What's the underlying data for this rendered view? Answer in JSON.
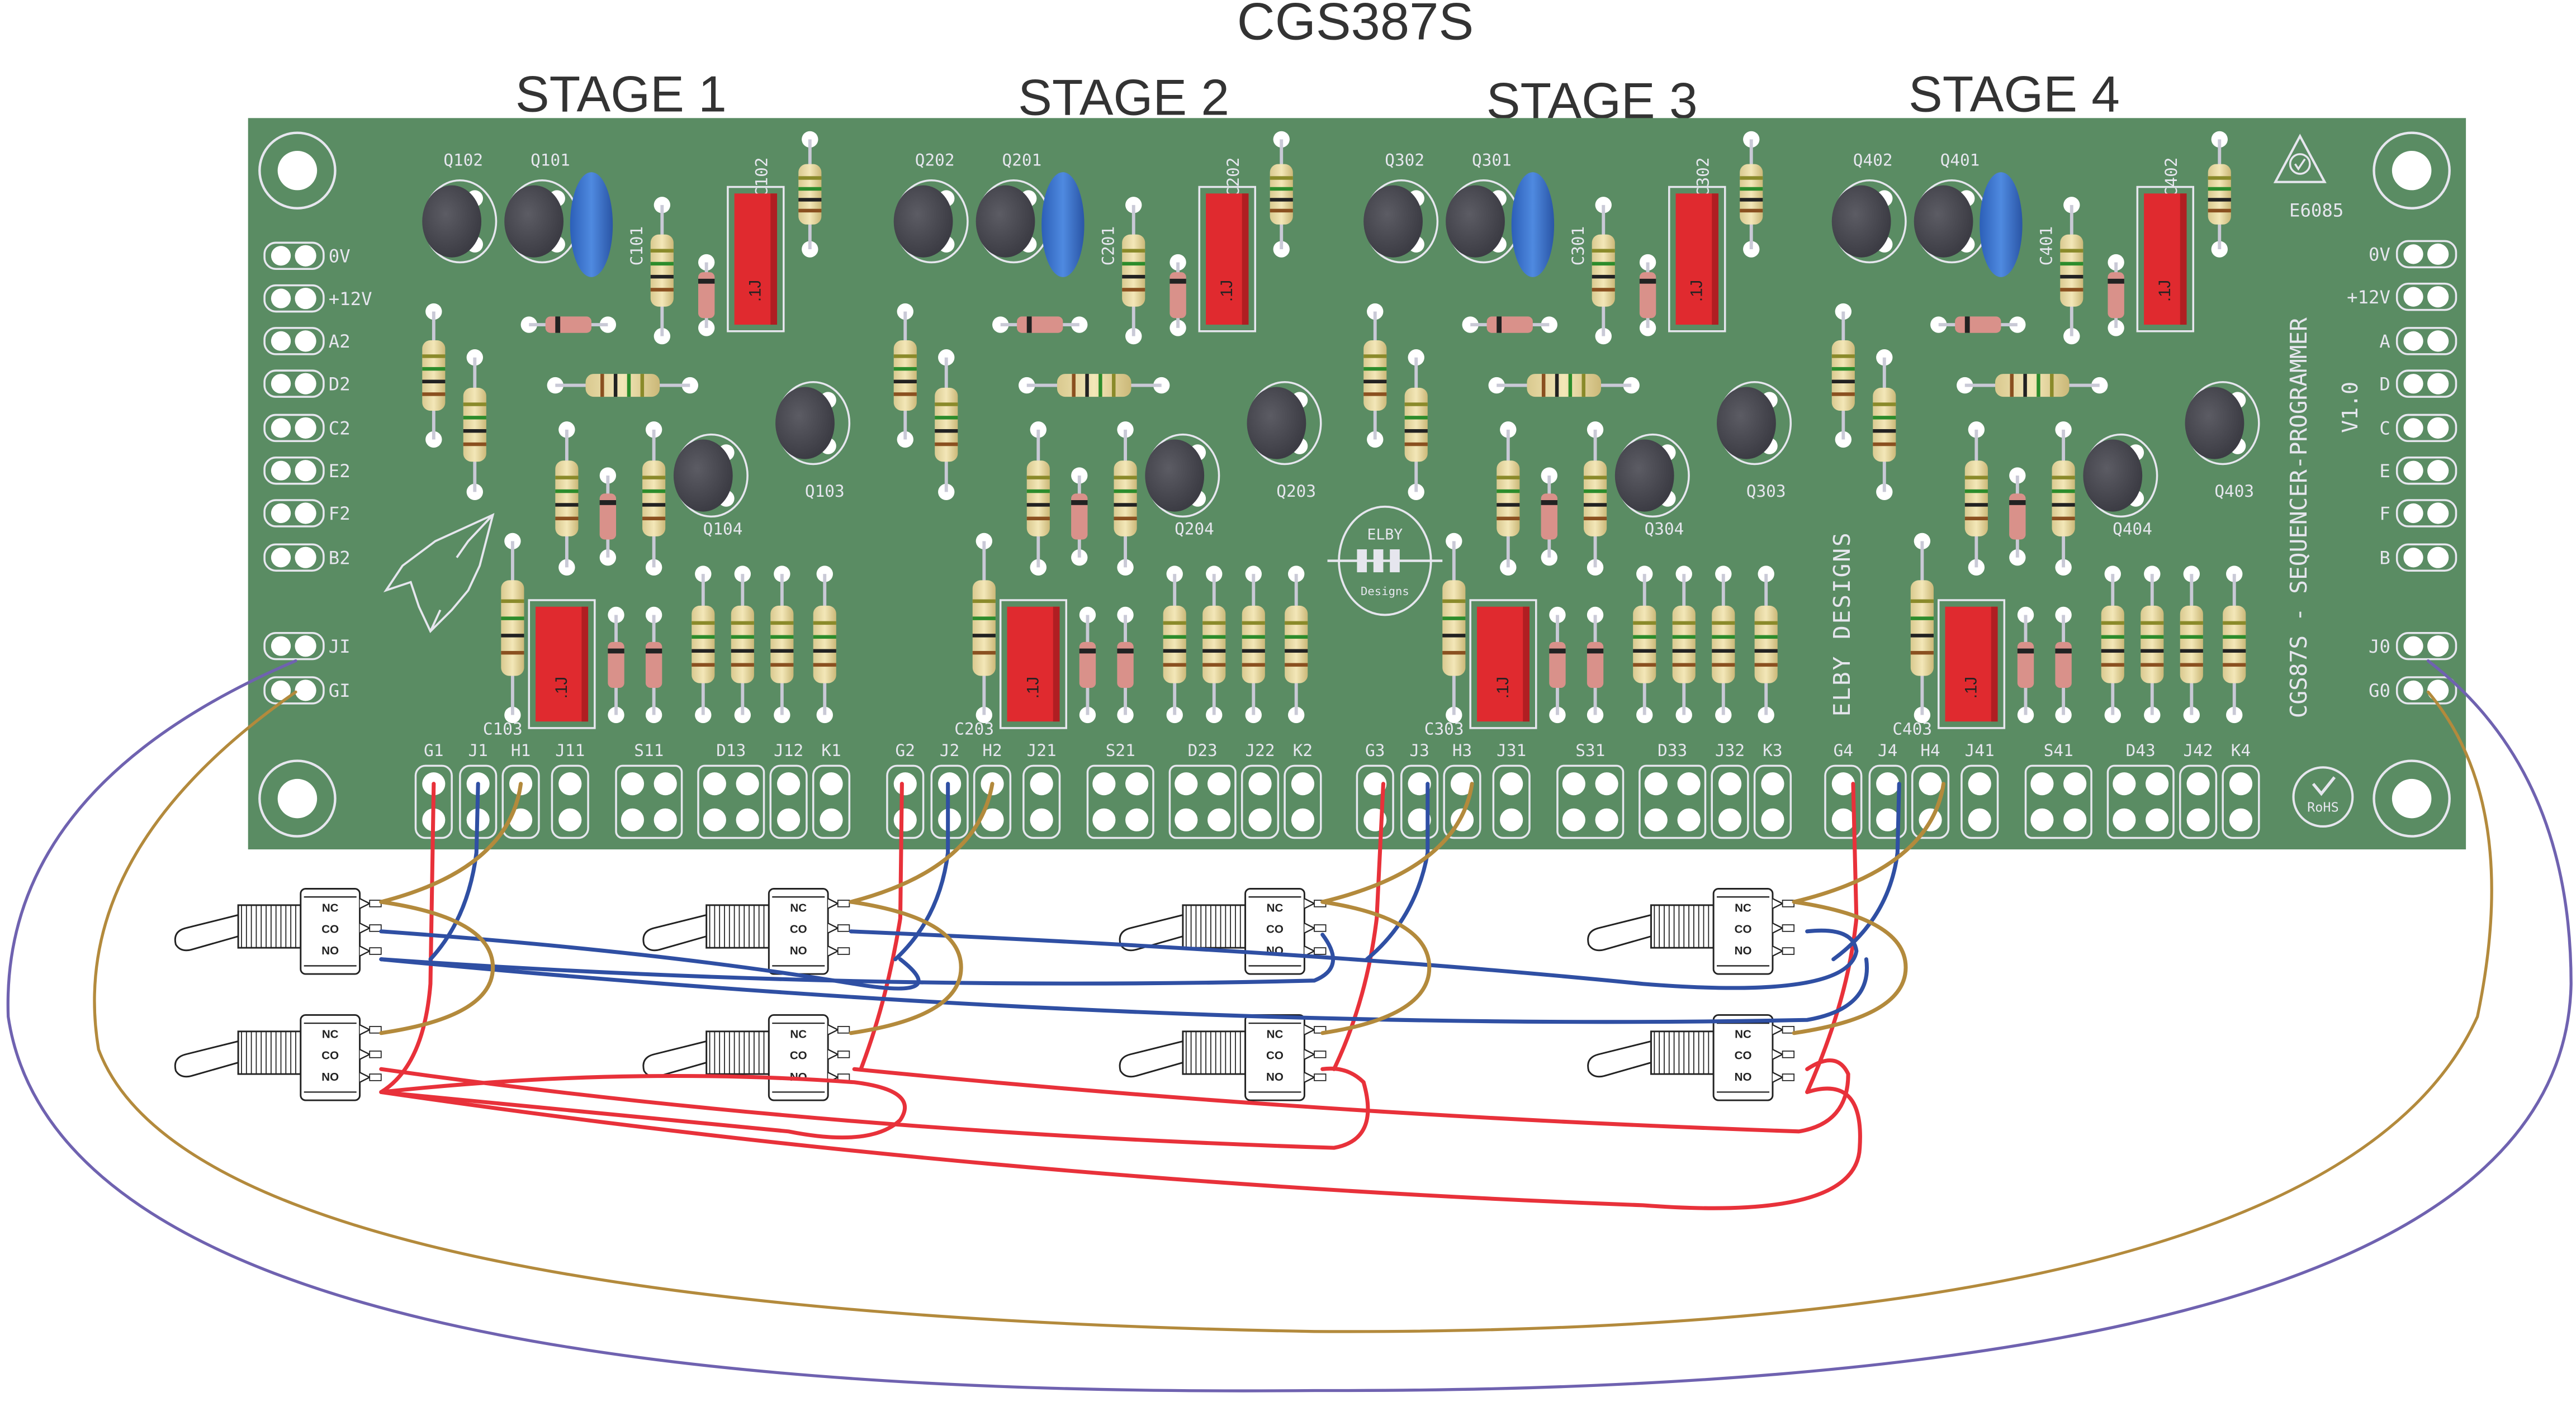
{
  "diagram": {
    "title": "CGS387S",
    "stage_labels": [
      "STAGE 1",
      "STAGE 2",
      "STAGE 3",
      "STAGE 4"
    ],
    "board": {
      "color": "#5a8c63",
      "silkscreen_color": "#e6e6ee",
      "product_text": "CGS87S - SEQUENCER-PROGRAMMER",
      "version": "V1.0",
      "maker_text": "ELBY DESIGNS",
      "logo": {
        "line1": "ELBY",
        "line2": "Designs"
      },
      "rcm_code": "E6085",
      "rohs_label": "RoHS",
      "left_connectors": [
        "0V",
        "+12V",
        "A2",
        "D2",
        "C2",
        "E2",
        "F2",
        "B2",
        "JI",
        "GI"
      ],
      "right_connectors": [
        "0V",
        "+12V",
        "A",
        "D",
        "C",
        "E",
        "F",
        "B",
        "J0",
        "G0"
      ],
      "stages": [
        {
          "transistors": [
            "Q102",
            "Q101",
            "Q103",
            "Q104"
          ],
          "capacitors": [
            "C101",
            "C102",
            "C103"
          ],
          "cap_value": ".1J",
          "headers": [
            "G1",
            "J1",
            "H1",
            "J11",
            "S11",
            "D13",
            "J12",
            "K1"
          ]
        },
        {
          "transistors": [
            "Q202",
            "Q201",
            "Q203",
            "Q204"
          ],
          "capacitors": [
            "C201",
            "C202",
            "C203"
          ],
          "cap_value": ".1J",
          "headers": [
            "G2",
            "J2",
            "H2",
            "J21",
            "S21",
            "D23",
            "J22",
            "K2"
          ]
        },
        {
          "transistors": [
            "Q302",
            "Q301",
            "Q303",
            "Q304"
          ],
          "capacitors": [
            "C301",
            "C302",
            "C303"
          ],
          "cap_value": ".1J",
          "headers": [
            "G3",
            "J3",
            "H3",
            "J31",
            "S31",
            "D33",
            "J32",
            "K3"
          ]
        },
        {
          "transistors": [
            "Q402",
            "Q401",
            "Q403",
            "Q404"
          ],
          "capacitors": [
            "C401",
            "C402",
            "C403"
          ],
          "cap_value": ".1J",
          "headers": [
            "G4",
            "J4",
            "H4",
            "J41",
            "S41",
            "D43",
            "J42",
            "K4"
          ]
        }
      ]
    },
    "switch_pins": [
      "NC",
      "CO",
      "NO"
    ],
    "switch_count": 8,
    "wire_colors": {
      "red": "#e8313a",
      "blue": "#2f4fa3",
      "brown": "#b38a3c",
      "purple": "#6f62b0"
    }
  }
}
